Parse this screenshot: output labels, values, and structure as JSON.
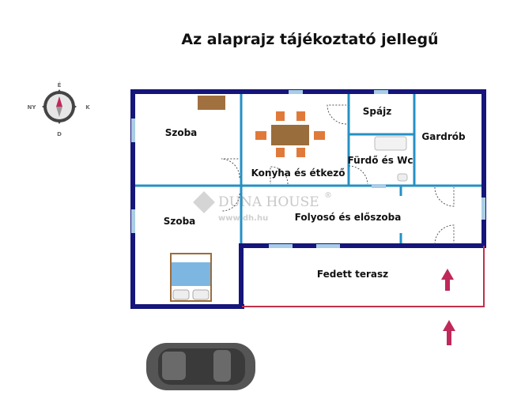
{
  "title": "Az alaprajz tájékoztató jellegű",
  "compass": {
    "north": "É",
    "south": "D",
    "west": "NY",
    "east": "K"
  },
  "rooms": {
    "room1": "Szoba",
    "room2": "Szoba",
    "kitchen": "Konyha és étkező",
    "pantry": "Spájz",
    "bathroom": "Fürdő és Wc",
    "wardrobe": "Gardrób",
    "hallway": "Folyosó és előszoba",
    "terrace": "Fedett terasz"
  },
  "watermark": {
    "brand": "DUNA HOUSE",
    "mark": "®",
    "url": "www.dh.hu"
  },
  "colors": {
    "wall": "#15157a",
    "inner_wall": "#2590c4",
    "terrace": "#c0304a",
    "arrow": "#c0285a"
  }
}
